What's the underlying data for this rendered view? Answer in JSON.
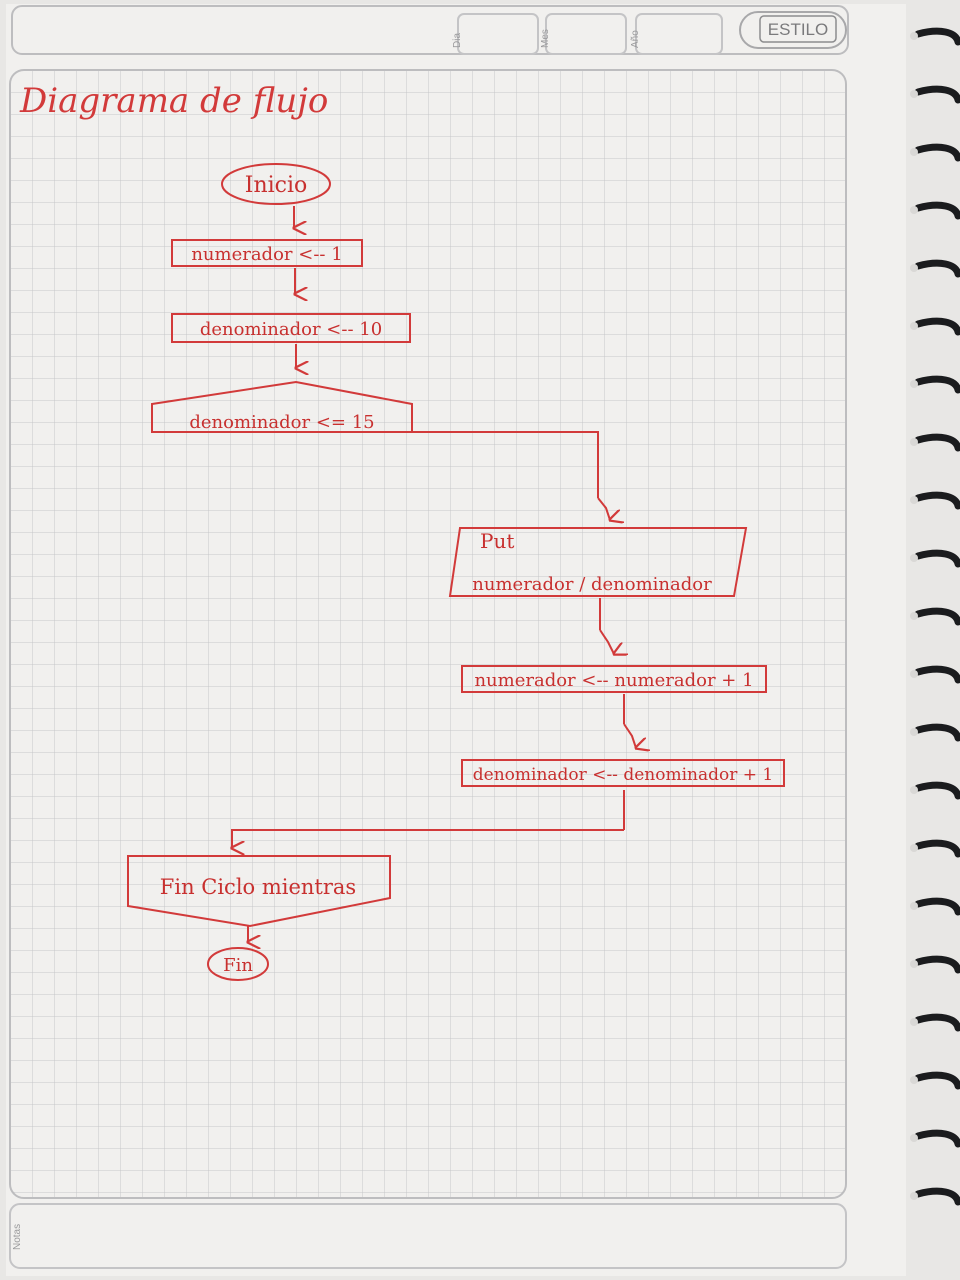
{
  "header": {
    "dia_label": "Dia",
    "mes_label": "Mes",
    "ano_label": "Año",
    "brand": "ESTILO"
  },
  "margin": {
    "notas_label": "Notas"
  },
  "title": "Diagrama de flujo",
  "flowchart": {
    "start": "Inicio",
    "assign_numerador": "numerador <-- 1",
    "assign_denominador": "denominador <-- 10",
    "loop_condition": "denominador <= 15",
    "output_label": "Put",
    "output_expression": "numerador / denominador",
    "increment_numerador": "numerador <-- numerador + 1",
    "increment_denominador": "denominador <-- denominador + 1",
    "loop_end": "Fin Ciclo mientras",
    "end": "Fin"
  },
  "colors": {
    "ink": "#d23a3a",
    "ink_dark": "#a62a2a",
    "grid": "#c6c7c9",
    "paper": "#f1f0ee",
    "spiral": "#1b1c1e"
  }
}
